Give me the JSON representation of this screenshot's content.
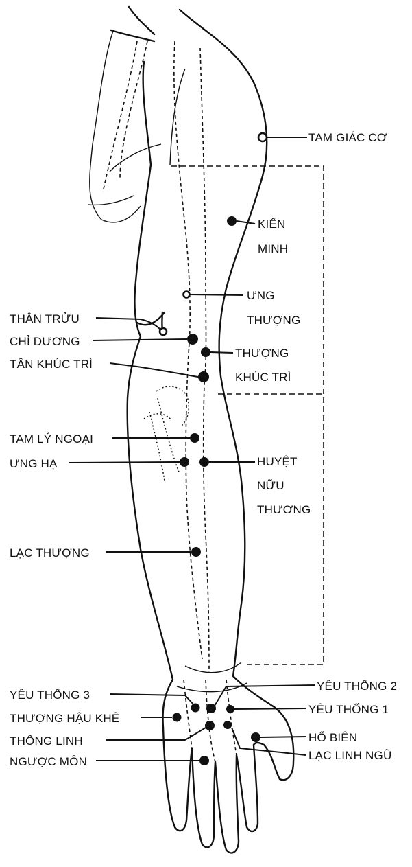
{
  "labels": {
    "tam_giac_co": "TAM GIÁC CƠ",
    "kien_minh_1": "KIẾN",
    "kien_minh_2": "MINH",
    "ung_thuong_1": "ƯNG",
    "ung_thuong_2": "THƯỢNG",
    "than_truu": "THÂN TRỬU",
    "chi_duong": "CHỈ DƯƠNG",
    "thuong_khuc_tri_1": "THƯỢNG",
    "tan_khuc_tri": "TÂN KHÚC TRÌ",
    "thuong_khuc_tri_2": "KHÚC TRÌ",
    "tam_ly_ngoai": "TAM LÝ NGOẠI",
    "ung_ha": "ƯNG HẠ",
    "huyet_nuu_thuong_1": "HUYỆT",
    "huyet_nuu_thuong_2": "NỮU",
    "huyet_nuu_thuong_3": "THƯƠNG",
    "lac_thuong": "LẠC THƯỢNG",
    "yeu_thong_3": "YÊU THỐNG 3",
    "yeu_thong_2": "YÊU THỐNG 2",
    "thuong_hau_khe": "THƯỢNG HẬU KHÊ",
    "yeu_thong_1": "YÊU THỐNG 1",
    "thong_linh": "THỐNG LINH",
    "ho_bien": "HỔ BIÊN",
    "nguoc_mon": "NGƯỢC MÔN",
    "lac_linh_ngu": "LẠC LINH NGŨ"
  }
}
